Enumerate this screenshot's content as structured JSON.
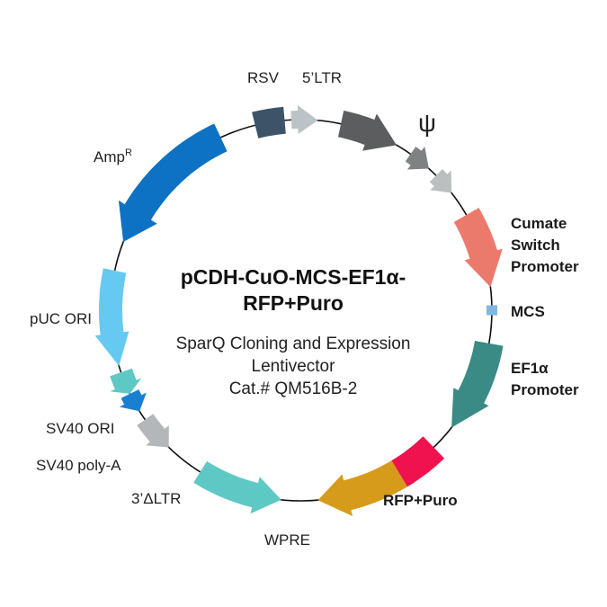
{
  "title": {
    "line1": "pCDH-CuO-MCS-EF1α-",
    "line2": "RFP+Puro"
  },
  "subtitle": {
    "line1": "SparQ Cloning and Expression",
    "line2": "Lentivector",
    "line3": "Cat.# QM516B-2"
  },
  "features": [
    {
      "id": "rsv",
      "label": "RSV",
      "color": "#3d5468"
    },
    {
      "id": "ltr5",
      "label": "5’LTR",
      "color": "#bcc3c6"
    },
    {
      "id": "psi",
      "label": "ψ",
      "color": "#5b5d5e"
    },
    {
      "id": "gray1",
      "label": "",
      "color": "#7f8182"
    },
    {
      "id": "gray2",
      "label": "",
      "color": "#bcbfc0"
    },
    {
      "id": "cumate",
      "label": "Cumate Switch Promoter",
      "label_lines": [
        "Cumate",
        "Switch",
        "Promoter"
      ],
      "color": "#ec7a6c"
    },
    {
      "id": "mcs",
      "label": "MCS",
      "color": "#7fb8e0"
    },
    {
      "id": "ef1a",
      "label": "EF1α Promoter",
      "label_lines": [
        "EF1α",
        "Promoter"
      ],
      "color": "#3a8a86"
    },
    {
      "id": "rfp",
      "label": "RFP+Puro",
      "color_a": "#f0124e",
      "color_b": "#d69b1a"
    },
    {
      "id": "wpre",
      "label": "WPRE",
      "color": "#5ec8c4"
    },
    {
      "id": "ltr3",
      "label": "3’ΔLTR",
      "color": "#b3b7b9"
    },
    {
      "id": "sv40pa",
      "label": "SV40 poly-A",
      "color": "#1a7fd0"
    },
    {
      "id": "sv40ori",
      "label": "SV40 ORI",
      "color": "#5ec8c4"
    },
    {
      "id": "puc",
      "label": "pUC ORI",
      "color": "#66c9f2"
    },
    {
      "id": "amp",
      "label": "Amp",
      "label_sup": "R",
      "color": "#0d72c3"
    }
  ]
}
